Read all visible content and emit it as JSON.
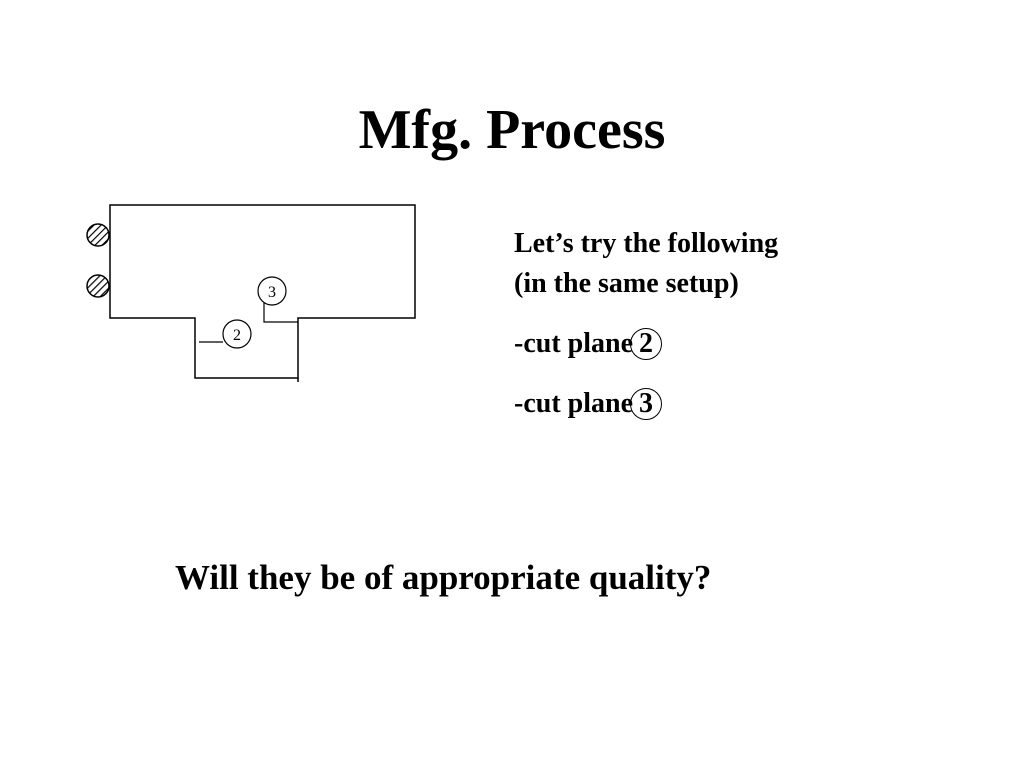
{
  "slide": {
    "title": "Mfg. Process",
    "instructions": {
      "line1": "Let’s try the following",
      "line2": "(in the same setup)",
      "cut1_prefix": "-cut plane",
      "cut1_number": "2",
      "cut2_prefix": "-cut plane",
      "cut2_number": "3"
    },
    "question": "Will they be of appropriate quality?"
  },
  "diagram": {
    "plane_labels": [
      "3",
      "2"
    ],
    "fixture_icon": "hatched-circle-clamp"
  }
}
